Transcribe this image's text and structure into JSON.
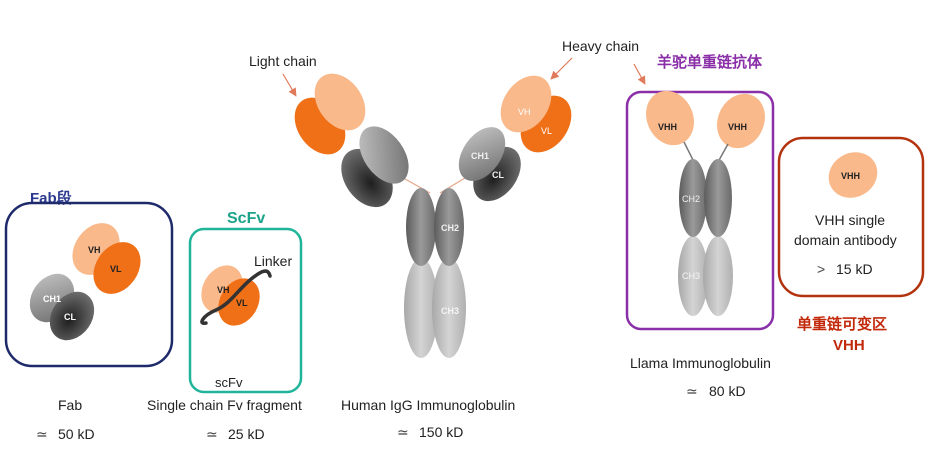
{
  "labels": {
    "light_chain": "Light chain",
    "heavy_chain": "Heavy chain",
    "llama_cn": "羊驼单重链抗体",
    "fab_cn": "Fab段",
    "scfv_title": "ScFv",
    "linker": "Linker",
    "scfv_inner": "scFv",
    "vhh_single_1": "VHH single",
    "vhh_single_2": "domain antibody",
    "vhh_single_size": "15 kD",
    "vhh_single_symbol": ">",
    "vhh_cn_1": "单重链可变区",
    "vhh_cn_2": "VHH"
  },
  "captions": {
    "fab_name": "Fab",
    "fab_size": "50 kD",
    "scfv_name": "Single chain Fv fragment",
    "scfv_size": "25 kD",
    "igg_name": "Human IgG Immunoglobulin",
    "igg_size": "150 kD",
    "llama_name": "Llama Immunoglobulin",
    "llama_size": "80 kD",
    "approx_symbol": "≃"
  },
  "domains": {
    "vh": "VH",
    "vl": "VL",
    "ch1": "CH1",
    "cl": "CL",
    "ch2": "CH2",
    "ch3": "CH3",
    "vhh": "VHH"
  },
  "colors": {
    "vh_light_orange": "#F9B98A",
    "vl_orange": "#F07018",
    "dark_grey": "#4a4a4a",
    "mid_grey": "#888888",
    "light_grey": "#bdbdbd",
    "fab_frame": "#1f2a6b",
    "scfv_frame": "#20b59a",
    "llama_frame": "#8a2fa8",
    "vhh_frame": "#b2330e",
    "fab_cn_text": "#2b3a8f",
    "scfv_title_text": "#1aa38a",
    "llama_cn_text": "#8a2fa8",
    "vhh_cn_text": "#c2290b",
    "arrow": "#e07a5a"
  }
}
